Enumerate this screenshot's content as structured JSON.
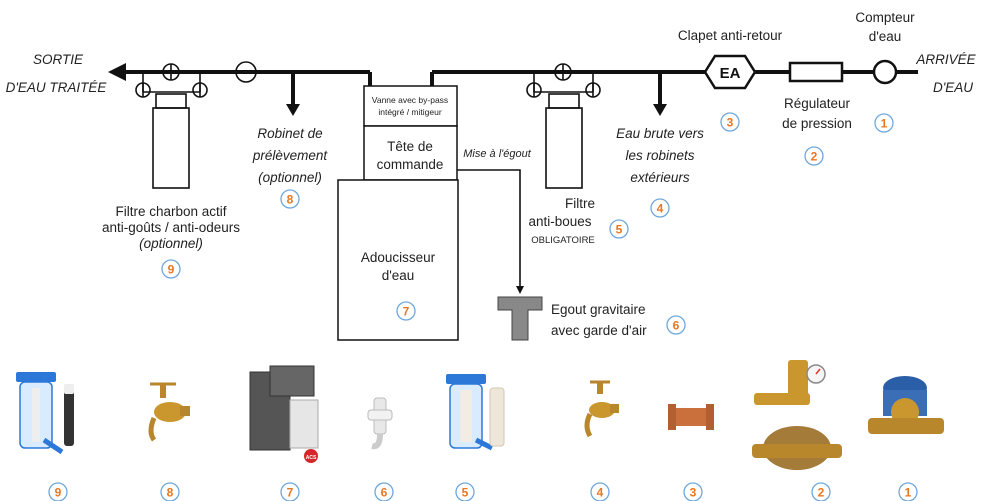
{
  "labels": {
    "outlet_line1": "SORTIE",
    "outlet_line2": "D'EAU TRAITÉE",
    "inlet_line1": "ARRIVÉE",
    "inlet_line2": "D'EAU",
    "meter_line1": "Compteur",
    "meter_line2": "d'eau",
    "check_valve": "Clapet anti-retour",
    "check_valve_symbol": "EA",
    "regulator_line1": "Régulateur",
    "regulator_line2": "de pression",
    "raw_water_line1": "Eau brute vers",
    "raw_water_line2": "les robinets",
    "raw_water_line3": "extérieurs",
    "mud_filter_line1": "Filtre",
    "mud_filter_line2": "anti-boues",
    "mud_filter_line3": "OBLIGATOIRE",
    "drain_line1": "Egout gravitaire",
    "drain_line2": "avec garde d'air",
    "to_drain": "Mise à l'égout",
    "bypass_line1": "Vanne avec by-pass",
    "bypass_line2": "intégré / mitigeur",
    "head_line1": "Tête de",
    "head_line2": "commande",
    "softener_line1": "Adoucisseur",
    "softener_line2": "d'eau",
    "sample_tap_line1": "Robinet de",
    "sample_tap_line2": "prélèvement",
    "sample_tap_line3": "(optionnel)",
    "carbon_line1": "Filtre charbon actif",
    "carbon_line2": "anti-goûts / anti-odeurs",
    "carbon_line3": "(optionnel)",
    "acs_mark": "ACS"
  },
  "badges": {
    "meter": "1",
    "regulator": "2",
    "check_valve": "3",
    "raw_water": "4",
    "mud_filter": "5",
    "drain": "6",
    "softener": "7",
    "sample_tap": "8",
    "carbon": "9"
  },
  "photo_badges": [
    "9",
    "8",
    "7",
    "6",
    "5",
    "4",
    "3",
    "2",
    "1"
  ],
  "colors": {
    "badge_number": "#e87722",
    "badge_border": "#6fa8dc",
    "pipe": "#111111",
    "filter_blue": "#2b78d8",
    "brass": "#b8862b",
    "copper": "#c9703d"
  }
}
